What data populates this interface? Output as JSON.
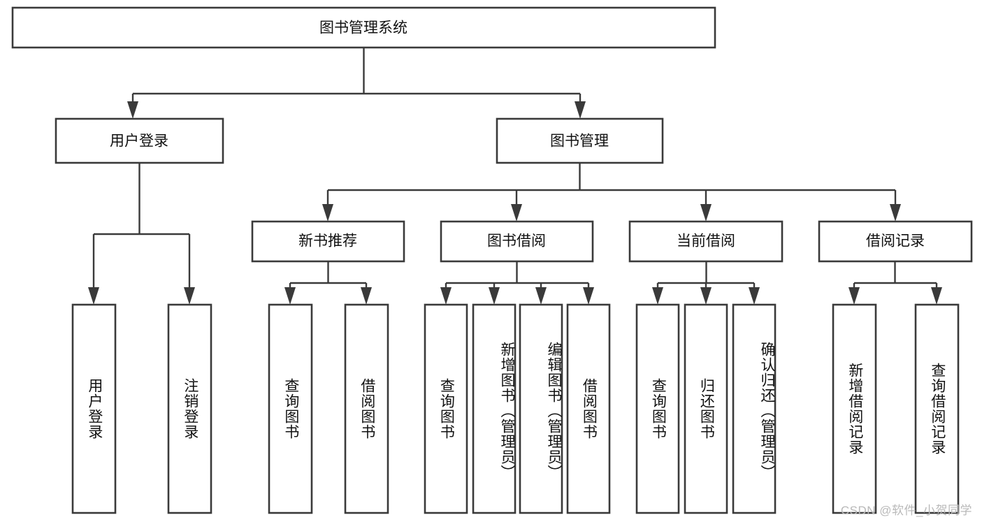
{
  "diagram": {
    "title": "图书管理系统",
    "type": "hierarchy-tree",
    "root": {
      "label": "图书管理系统",
      "level": 0
    },
    "level2": [
      {
        "label": "用户登录"
      },
      {
        "label": "图书管理"
      }
    ],
    "level3": [
      {
        "label": "新书推荐"
      },
      {
        "label": "图书借阅"
      },
      {
        "label": "当前借阅"
      },
      {
        "label": "借阅记录"
      }
    ],
    "leaves": {
      "user_login": [
        {
          "label": "用户登录"
        },
        {
          "label": "注销登录"
        }
      ],
      "new_book_recommend": [
        {
          "label": "查询图书"
        },
        {
          "label": "借阅图书"
        }
      ],
      "book_borrow": [
        {
          "label": "查询图书"
        },
        {
          "label": "新增图书（管理员）"
        },
        {
          "label": "编辑图书（管理员）"
        },
        {
          "label": "借阅图书"
        }
      ],
      "current_borrow": [
        {
          "label": "查询图书"
        },
        {
          "label": "归还图书"
        },
        {
          "label": "确认归还（管理员）"
        }
      ],
      "borrow_record": [
        {
          "label": "新增借阅记录"
        },
        {
          "label": "查询借阅记录"
        }
      ]
    }
  },
  "watermark": {
    "text": "CSDN @软件_小贺同学"
  },
  "colors": {
    "box_stroke": "#3a3a3a",
    "box_fill": "#ffffff",
    "text": "#111111",
    "background": "#ffffff",
    "watermark": "#b9b9b9"
  }
}
